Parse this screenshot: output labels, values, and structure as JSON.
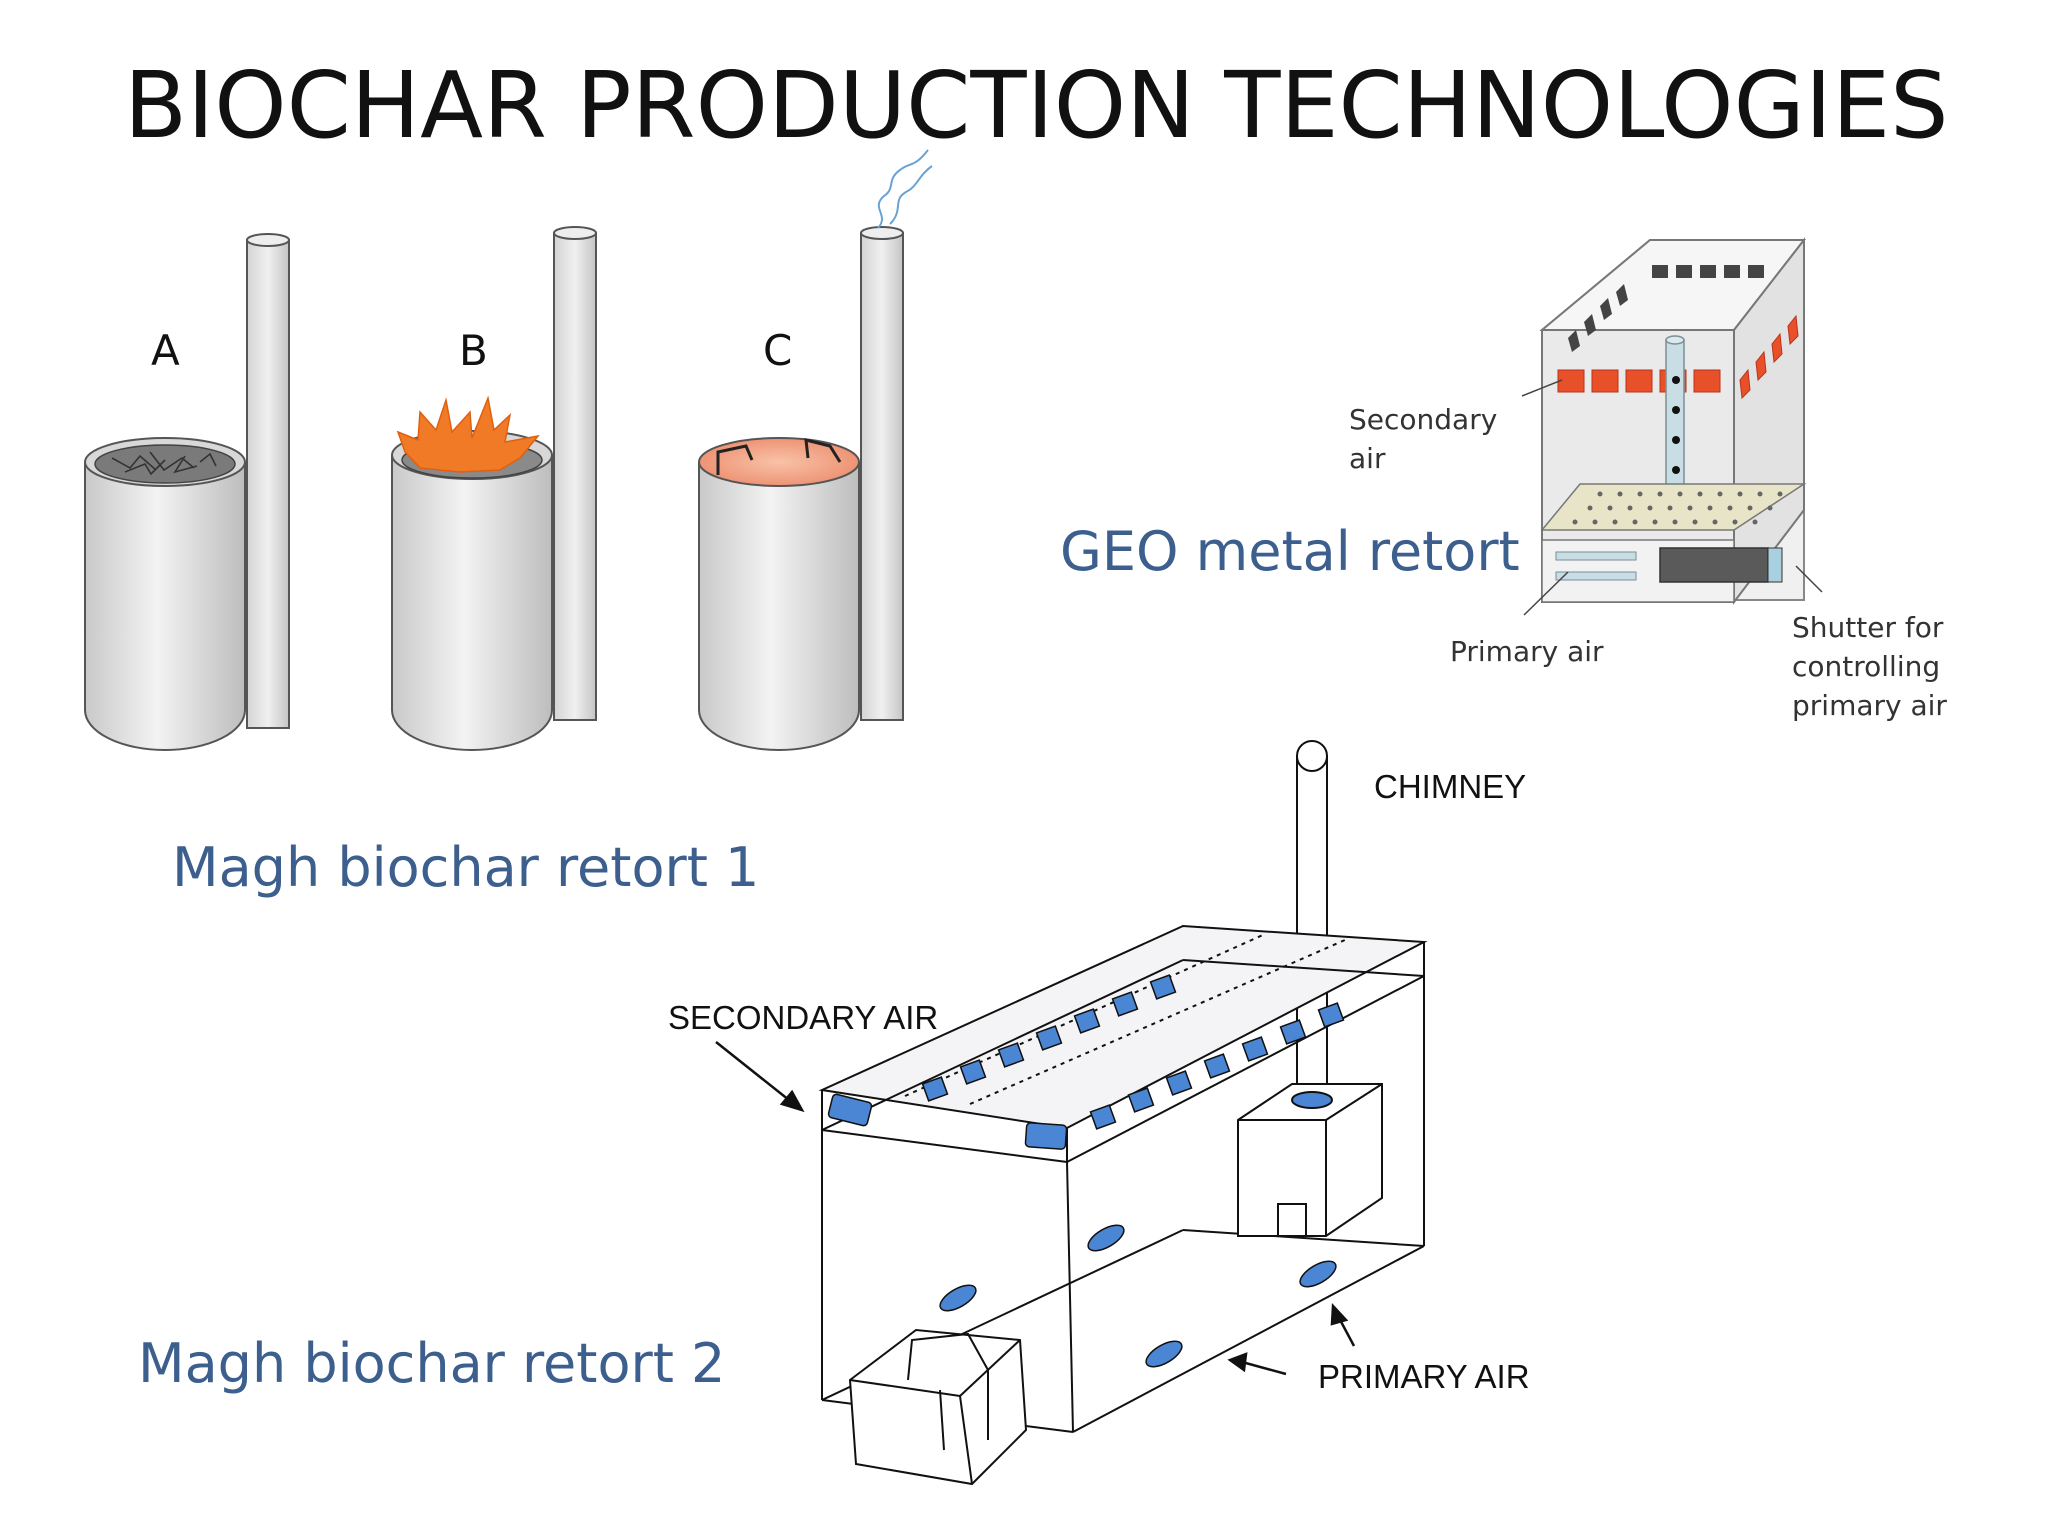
{
  "title": "BIOCHAR PRODUCTION TECHNOLOGIES",
  "captions": {
    "retort1": "Magh biochar retort 1",
    "retort2": "Magh biochar retort 2",
    "geo": "GEO metal retort"
  },
  "retort1_stages": [
    "A",
    "B",
    "C"
  ],
  "geo_labels": {
    "secondary_air": [
      "Secondary",
      "air"
    ],
    "primary_air": "Primary air",
    "shutter": [
      "Shutter for",
      "controlling",
      "primary air"
    ]
  },
  "retort2_labels": {
    "chimney": "CHIMNEY",
    "secondary_air": "SECONDARY AIR",
    "primary_air": "PRIMARY AIR"
  },
  "colors": {
    "title": "#111111",
    "caption": "#3c5f8e",
    "air_vent": "#4a86d4",
    "flame": "#f07a25",
    "glow": "#f29a7e",
    "geo_vent": "#e8502a"
  }
}
